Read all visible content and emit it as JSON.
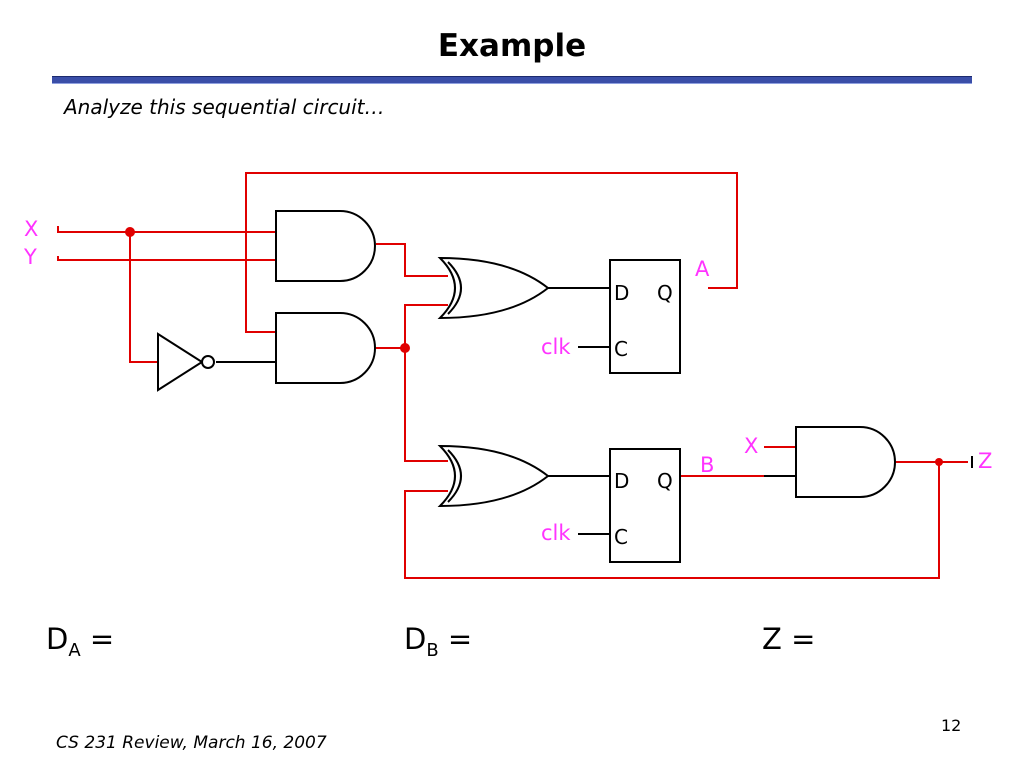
{
  "slide": {
    "title": "Example",
    "subtitle": "Analyze this sequential circuit…",
    "footer": "CS 231 Review, March 16, 2007",
    "page_number": "12"
  },
  "circuit": {
    "inputs": [
      "X",
      "Y"
    ],
    "clock_labels": [
      "clk",
      "clk"
    ],
    "flip_flop_a": {
      "d_pin": "D",
      "q_pin": "Q",
      "c_pin": "C",
      "output": "A"
    },
    "flip_flop_b": {
      "d_pin": "D",
      "q_pin": "Q",
      "c_pin": "C",
      "output": "B"
    },
    "output_gate_input": "X",
    "output": "Z",
    "colors": {
      "wire": "#e00000",
      "label": "#ff33ff",
      "gate": "#000000"
    }
  },
  "equations": {
    "da": {
      "main": "D",
      "sub": "A",
      "rhs": "="
    },
    "db": {
      "main": "D",
      "sub": "B",
      "rhs": "="
    },
    "z": {
      "main": "Z ="
    }
  }
}
